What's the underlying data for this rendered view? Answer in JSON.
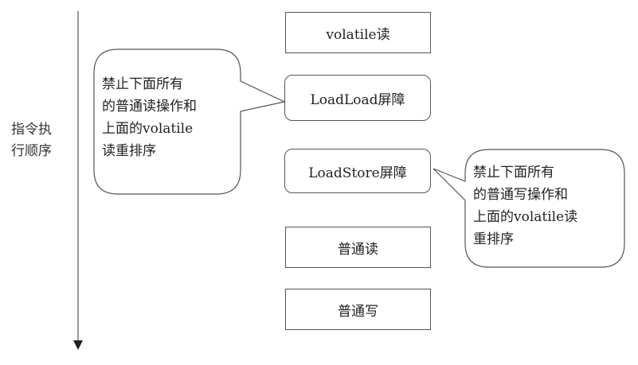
{
  "axis": {
    "label": "指令执\n行顺序"
  },
  "boxes": {
    "volatile_read": "volatile读",
    "loadload_barrier": "LoadLoad屏障",
    "loadstore_barrier": "LoadStore屏障",
    "normal_read": "普通读",
    "normal_write": "普通写"
  },
  "callouts": {
    "left": "  禁止下面所有\n的普通读操作和\n上面的volatile\n读重排序",
    "right": "  禁止下面所有\n的普通写操作和\n上面的volatile读\n重排序"
  },
  "colors": {
    "line": "#555555",
    "text": "#222222",
    "background": "#ffffff"
  }
}
